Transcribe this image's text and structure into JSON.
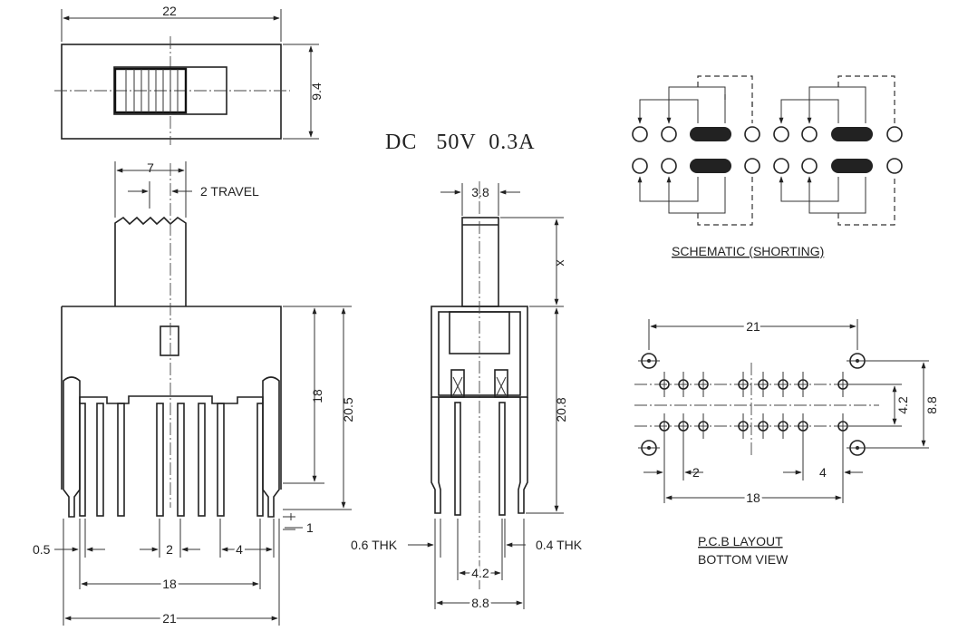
{
  "rating": "DC   50V  0.3A",
  "top_view": {
    "width": "22",
    "height": "9.4"
  },
  "front_view": {
    "actuator_width": "7",
    "travel": "2 TRAVEL",
    "body_height": "18",
    "total_height": "20.5",
    "pin_thk": "0.5",
    "pitch": "2",
    "row": "4",
    "pin_span": "18",
    "total_width": "21",
    "lug": "1"
  },
  "side_view": {
    "actuator_width": "3.8",
    "actuator_height": "x",
    "body_height": "20.8",
    "pin_thk_a": "0.6 THK",
    "pin_thk_b": "0.4 THK",
    "inner_span": "4.2",
    "outer_span": "8.8"
  },
  "schematic": {
    "caption": "SCHEMATIC (SHORTING)"
  },
  "pcb": {
    "width": "21",
    "inner_height": "4.2",
    "outer_height": "8.8",
    "pitch": "2",
    "row": "4",
    "span": "18",
    "caption_line1": "P.C.B LAYOUT",
    "caption_line2": "BOTTOM VIEW"
  }
}
